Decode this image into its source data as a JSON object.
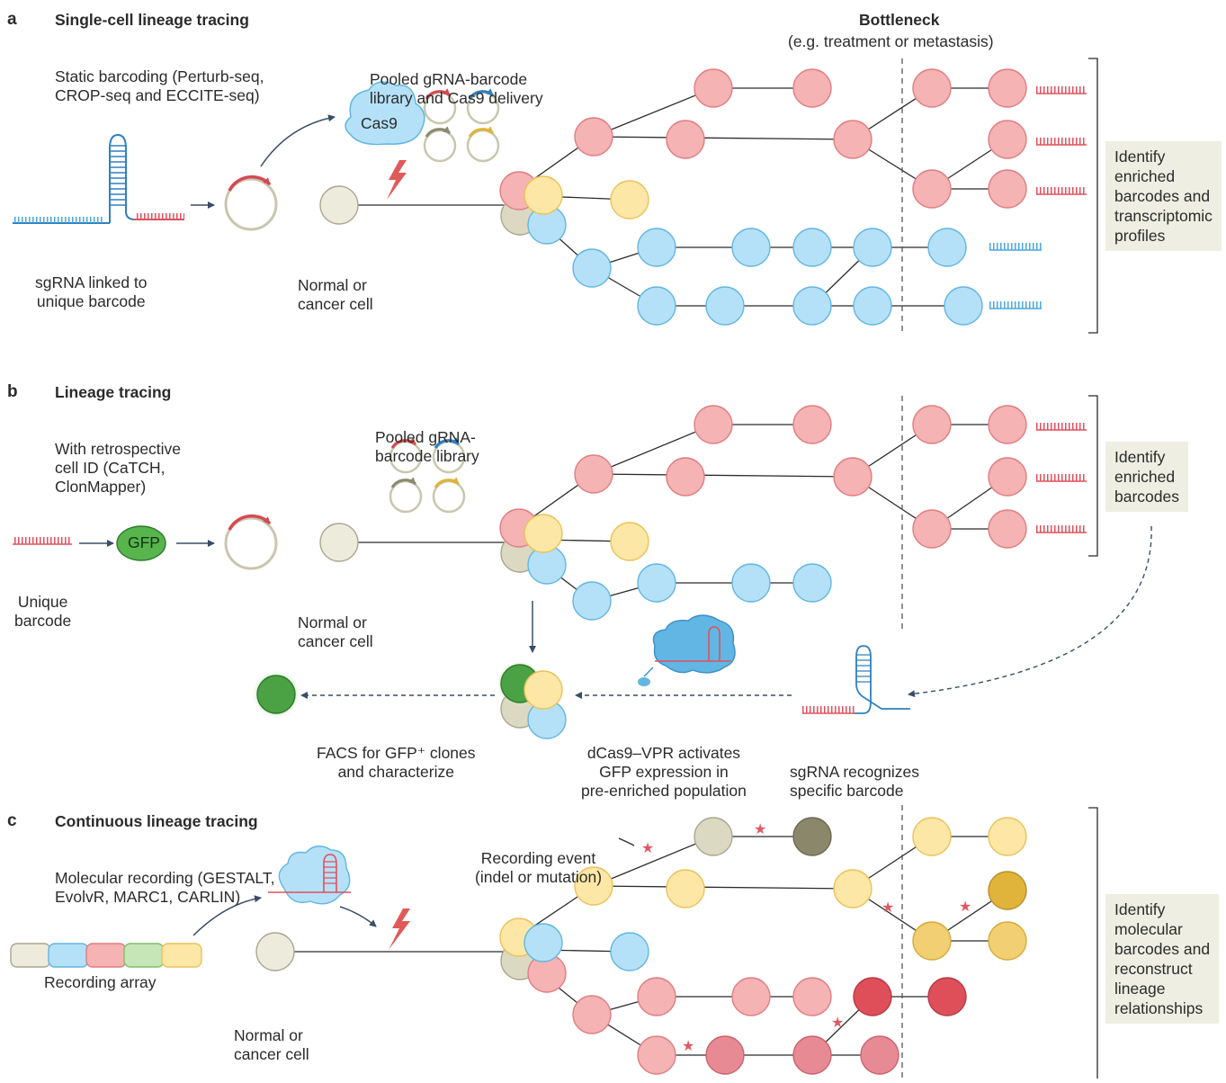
{
  "panel_a": {
    "letter": "a",
    "title": "Single-cell lineage tracing",
    "subtitle": [
      "Static barcoding (Perturb-seq,",
      "CROP-seq and ECCITE-seq)"
    ],
    "library": [
      "Pooled gRNA-barcode",
      "library and Cas9 delivery"
    ],
    "cas9": "Cas9",
    "sgrna": [
      "sgRNA linked to",
      "unique barcode"
    ],
    "cell": [
      "Normal or",
      "cancer cell"
    ],
    "bottleneck": "Bottleneck",
    "bottleneck_sub": "(e.g. treatment or metastasis)",
    "box": [
      "Identify",
      "enriched",
      "barcodes and",
      "transcriptomic",
      "profiles"
    ]
  },
  "panel_b": {
    "letter": "b",
    "title": "Lineage tracing",
    "subtitle": [
      "With retrospective",
      "cell ID (CaTCH,",
      "ClonMapper)"
    ],
    "library": [
      "Pooled gRNA-",
      "barcode library"
    ],
    "gfp": "GFP",
    "barcode": [
      "Unique",
      "barcode"
    ],
    "cell": [
      "Normal or",
      "cancer cell"
    ],
    "box": [
      "Identify",
      "enriched",
      "barcodes"
    ],
    "facs": [
      "FACS for GFP⁺ clones",
      "and characterize"
    ],
    "dcas9": [
      "dCas9–VPR activates",
      "GFP expression in",
      "pre-enriched population"
    ],
    "sgrna": [
      "sgRNA recognizes",
      "specific barcode"
    ]
  },
  "panel_c": {
    "letter": "c",
    "title": "Continuous lineage tracing",
    "subtitle": [
      "Molecular recording (GESTALT,",
      "EvolvR, MARC1, CARLIN)"
    ],
    "recording_event": [
      "Recording event",
      "(indel or mutation)"
    ],
    "array": "Recording array",
    "cell": [
      "Normal or",
      "cancer cell"
    ],
    "box": [
      "Identify",
      "molecular",
      "barcodes and",
      "reconstruct",
      "lineage",
      "relationships"
    ]
  },
  "colors": {
    "red": "#f5b3b3",
    "red_stroke": "#e07d82",
    "yellow": "#fde7a6",
    "yellow_stroke": "#ecc15a",
    "blue": "#b5e1f8",
    "blue_stroke": "#62b6e3",
    "beige": "#edebdc",
    "beige_stroke": "#aaa690",
    "green": "#58b44d",
    "dark_red": "#de4f59",
    "mid_red": "#e88a94",
    "gold": "#f1cf72",
    "dark_gold": "#e0b43a",
    "olive": "#8b876a",
    "olive_light": "#dcd9c3",
    "barcode_red": "#e0505d",
    "barcode_blue": "#4aa8db",
    "box_bg": "#eeefe2"
  }
}
